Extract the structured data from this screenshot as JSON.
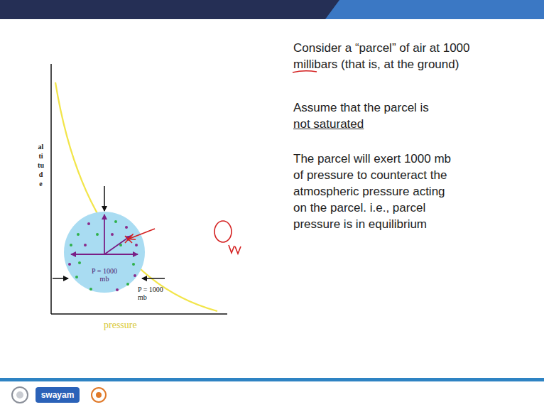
{
  "diagram": {
    "nodes": [
      {
        "text": [
          "P = 1000 mb"
        ]
      }
    ],
    "labels": [
      "altitude",
      "P = 1000 mb",
      "pressure",
      "Consider a “parcel” of air at 1000 millibars (that is, at the ground)",
      "Assume that the parcel is",
      "not saturated",
      "The parcel will exert 1000 mb of pressure to counteract the atmospheric pressure acting on the parcel. i.e., parcel pressure is in equilibrium",
      "swayam"
    ]
  }
}
